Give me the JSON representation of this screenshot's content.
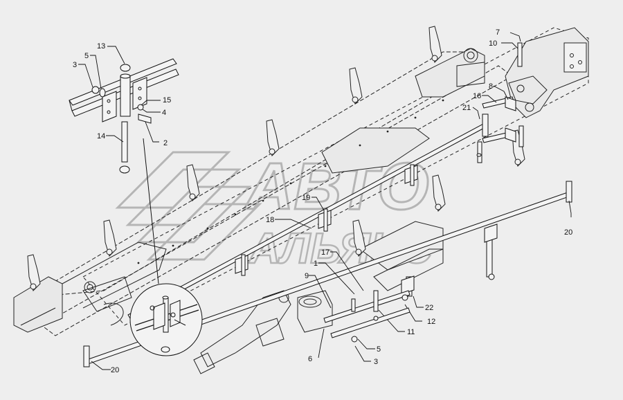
{
  "diagram": {
    "background": "#eeeeee",
    "line_color": "#111111",
    "watermark": {
      "line1": "АВТО",
      "line2": "АЛЬЯНС",
      "color": "#888888"
    },
    "callouts": {
      "c13": "13",
      "c5a": "5",
      "c3a": "3",
      "c15": "15",
      "c4": "4",
      "c2": "2",
      "c14": "14",
      "c7": "7",
      "c10": "10",
      "c8": "8",
      "c16": "16",
      "c21": "21",
      "c19": "19",
      "c18": "18",
      "c1": "1",
      "c17": "17",
      "c9": "9",
      "c20a": "20",
      "c20b": "20",
      "c22": "22",
      "c12": "12",
      "c11": "11",
      "c5b": "5",
      "c3b": "3",
      "c6": "6"
    }
  }
}
